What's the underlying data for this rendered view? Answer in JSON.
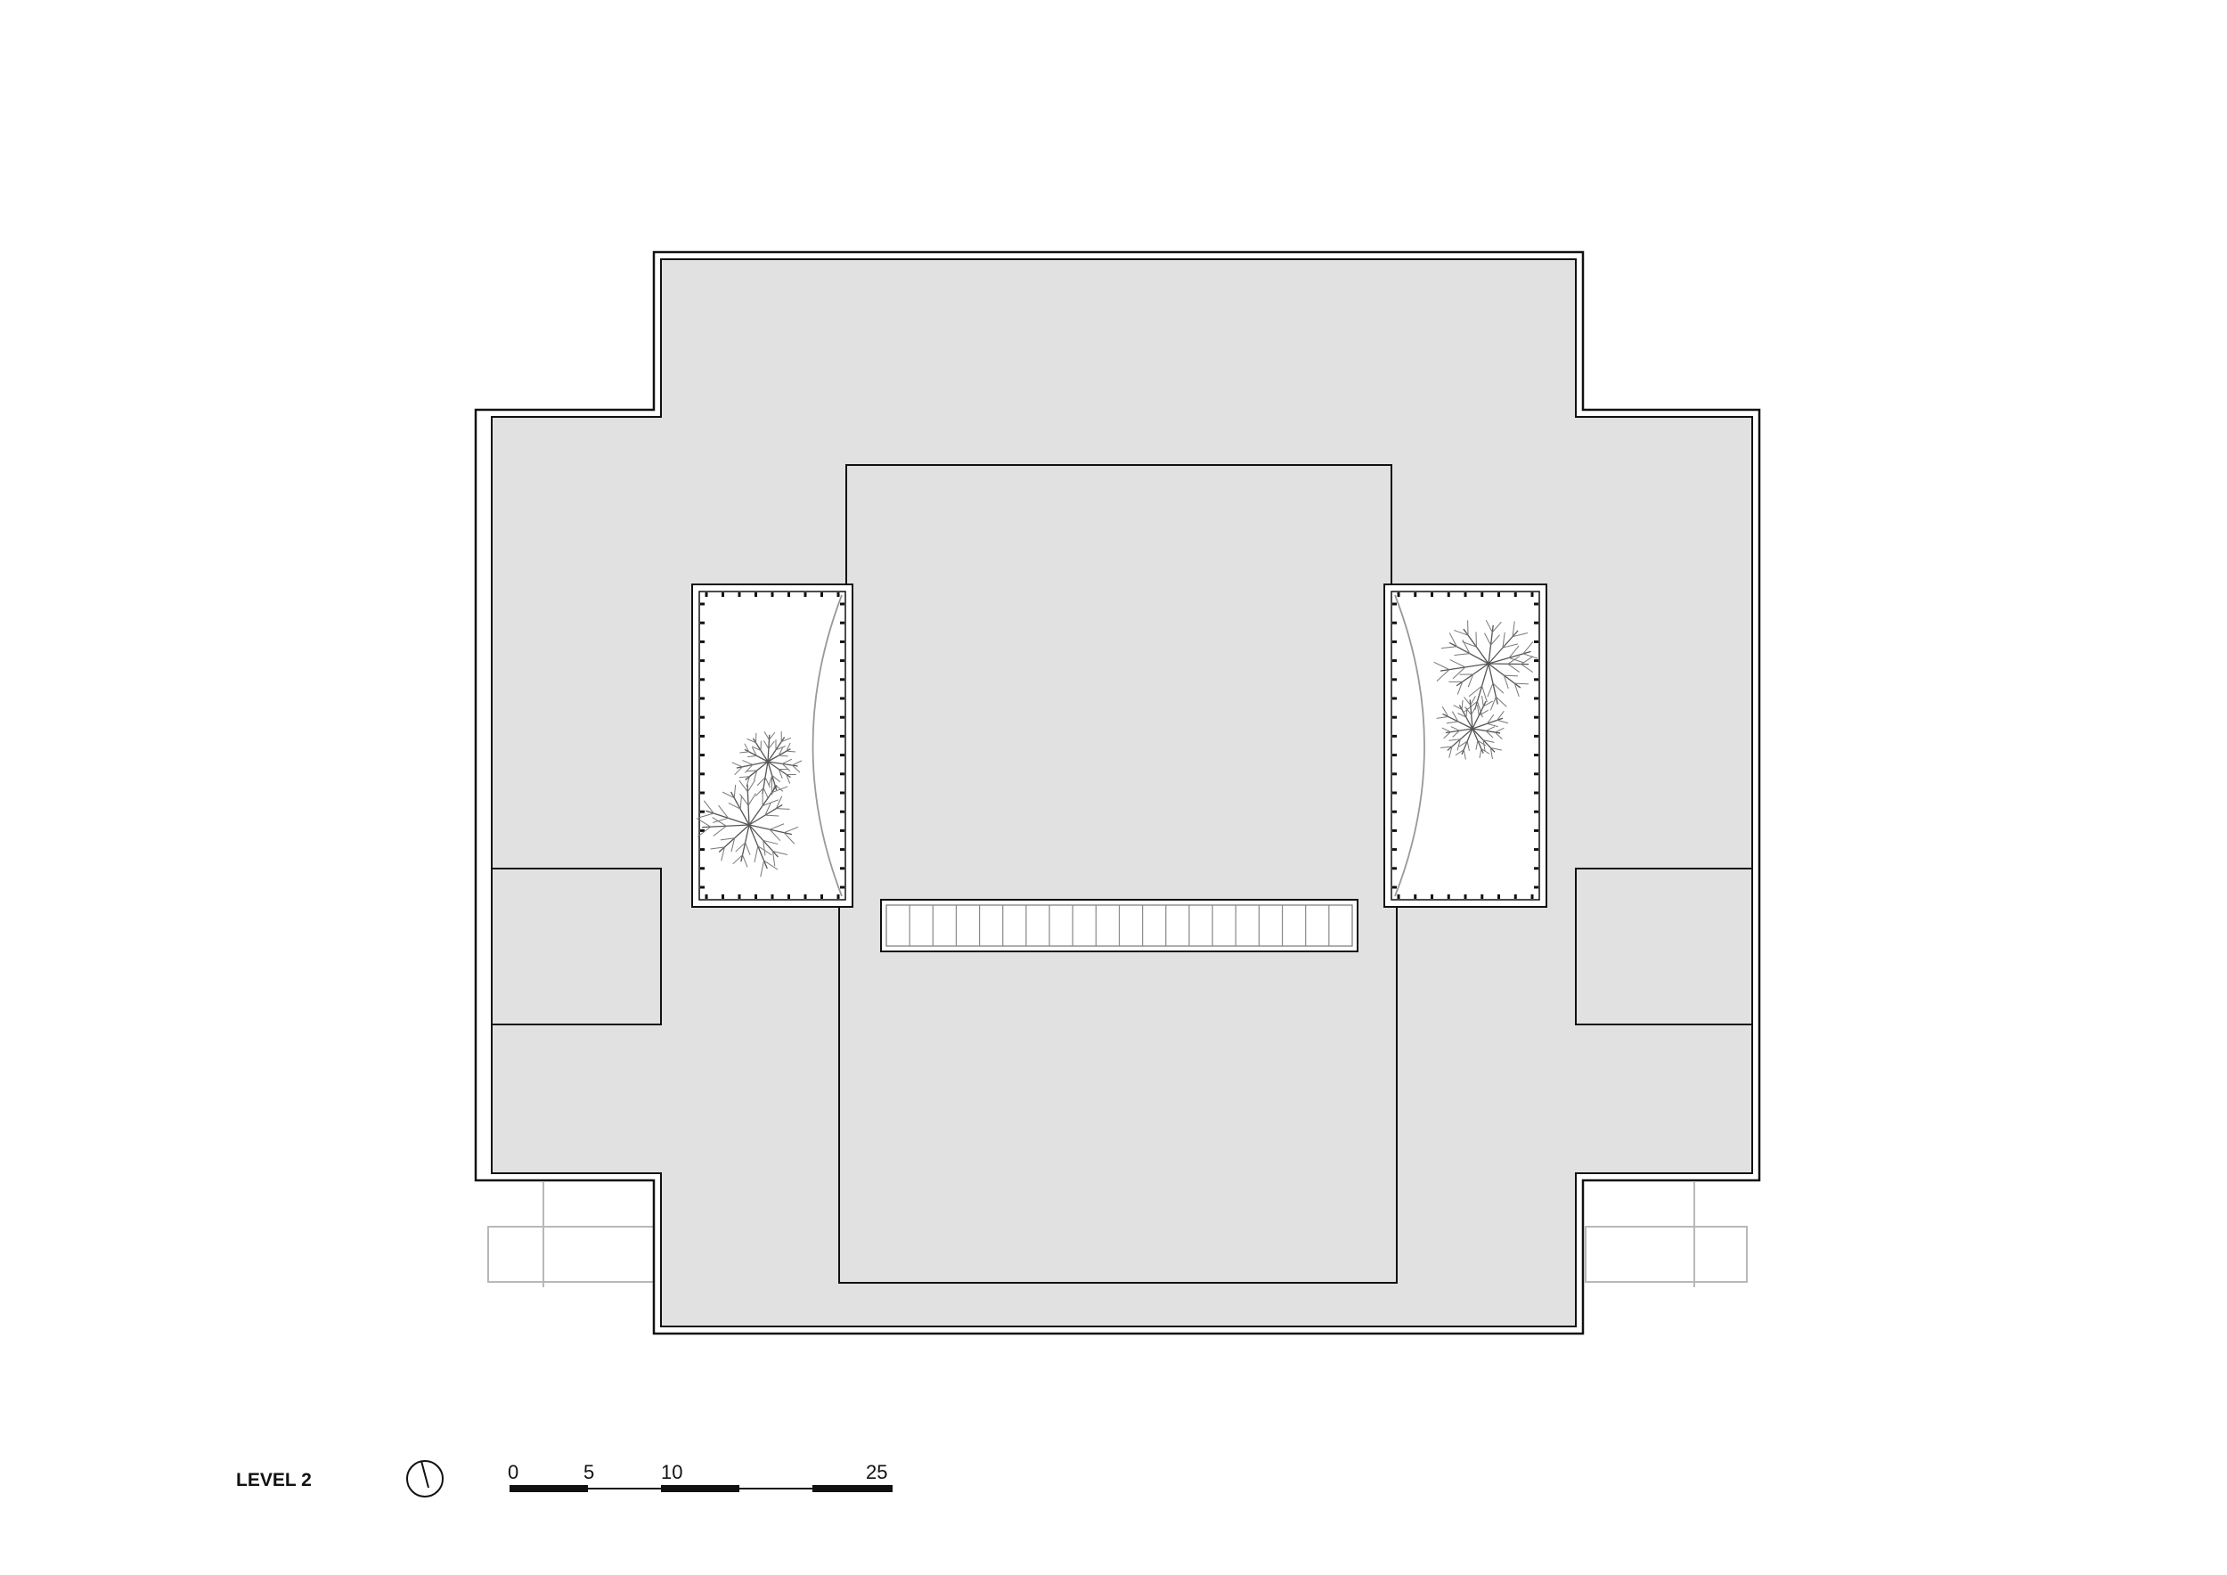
{
  "drawing": {
    "title": "LEVEL 2",
    "north_icon": "north-arrow-icon",
    "scale_bar": {
      "labels": [
        "0",
        "5",
        "10",
        "25"
      ]
    },
    "colors": {
      "floor": "#e1e1e1",
      "line": "#111111",
      "grey_line": "#b8b8b8",
      "courtyard": "#ffffff"
    }
  }
}
